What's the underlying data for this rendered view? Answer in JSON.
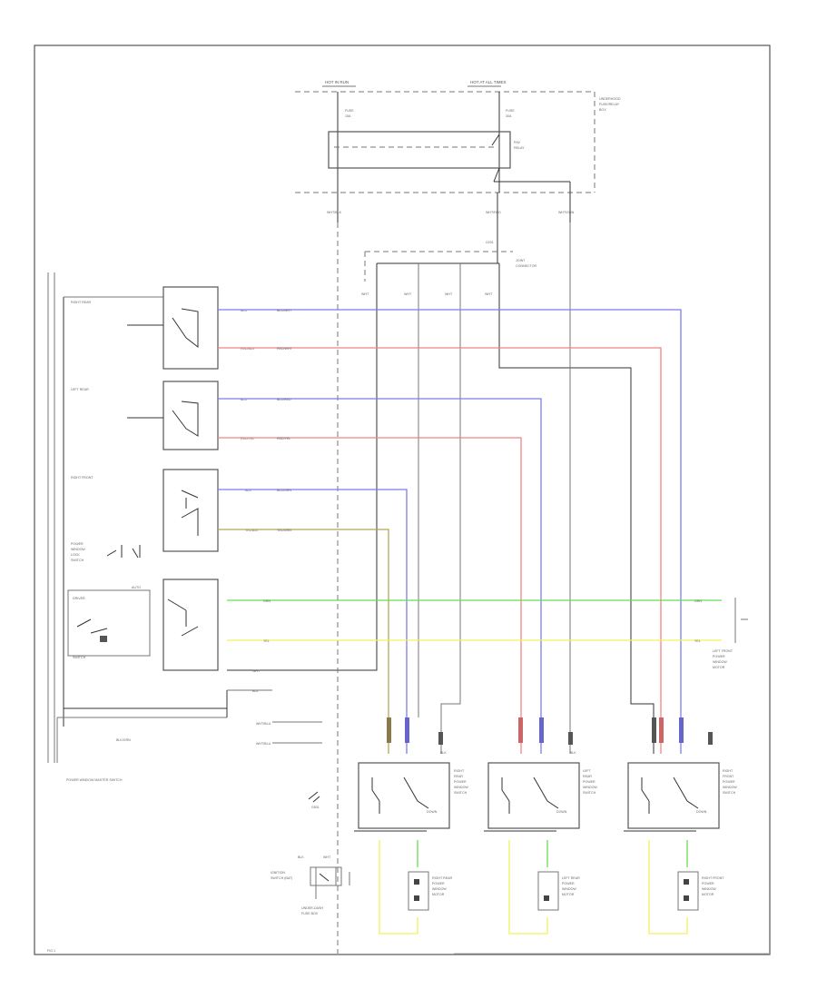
{
  "diagram": {
    "top_labels": [
      "HOT IN RUN",
      "HOT AT ALL TIMES"
    ],
    "fuses": [
      {
        "id": "fuse_left",
        "lines": [
          "FUSE",
          "15A"
        ]
      },
      {
        "id": "fuse_right",
        "lines": [
          "FUSE",
          "30A"
        ]
      }
    ],
    "fuse_box": [
      "UNDERHOOD",
      "FUSE/RELAY",
      "BOX"
    ],
    "relay": [
      "P/W",
      "RELAY"
    ],
    "junction": [
      "G201"
    ],
    "connector_block": [
      "JOINT",
      "CONNECTOR"
    ],
    "top_wire_codes": [
      "WHT/BLK",
      "WHT/RED",
      "WHT/GRN"
    ],
    "vertical_wire_codes": [
      "WHT",
      "WHT",
      "WHT",
      "WHT"
    ],
    "master_sections": [
      {
        "name": "RIGHT REAR",
        "wires": [
          "BLU",
          "RED/BLK"
        ]
      },
      {
        "name": "LEFT REAR",
        "wires": [
          "BLU",
          "RED/YEL"
        ]
      },
      {
        "name": "RIGHT FRONT",
        "wires": [
          "BLU",
          "YEL/BLK"
        ]
      }
    ],
    "colored_wire_labels": [
      "BLU/WHT",
      "RED/WHT",
      "BLU/RED",
      "RED/YEL",
      "BLU/GRN",
      "YEL/GRN",
      "GRN",
      "YEL"
    ],
    "lock_label": [
      "POWER",
      "WINDOW",
      "LOCK",
      "SWITCH"
    ],
    "driver_section": [
      "DRIVER",
      "SWITCH"
    ],
    "auto_label": [
      "AUTO"
    ],
    "side_wires": [
      "WHT",
      "BLK",
      "WHT/BLU",
      "WHT/BLU"
    ],
    "right_connector": [
      "LEFT FRONT",
      "POWER",
      "WINDOW",
      "MOTOR"
    ],
    "master_switch_caption": "POWER WINDOW MASTER SWITCH",
    "in_switch_label": "BLK/GRN",
    "ground": [
      "G501"
    ],
    "gnd_labels": [
      "BLK",
      "BLK"
    ],
    "window_switches": [
      {
        "name": [
          "RIGHT",
          "REAR",
          "POWER",
          "WINDOW",
          "SWITCH"
        ],
        "sub": "DOWN"
      },
      {
        "name": [
          "LEFT",
          "REAR",
          "POWER",
          "WINDOW",
          "SWITCH"
        ],
        "sub": "DOWN"
      },
      {
        "name": [
          "RIGHT",
          "FRONT",
          "POWER",
          "WINDOW",
          "SWITCH"
        ],
        "sub": "DOWN"
      }
    ],
    "motors": [
      {
        "name": [
          "RIGHT REAR",
          "POWER",
          "WINDOW",
          "MOTOR"
        ]
      },
      {
        "name": [
          "LEFT REAR",
          "POWER",
          "WINDOW",
          "MOTOR"
        ]
      },
      {
        "name": [
          "RIGHT FRONT",
          "POWER",
          "WINDOW",
          "MOTOR"
        ]
      }
    ],
    "ignition": [
      "IGNITION",
      "SWITCH (BAT)"
    ],
    "igsw_codes": [
      "BLK",
      "WHT"
    ],
    "under_dash": [
      "UNDER-DASH",
      "FUSE BOX"
    ],
    "corner_tag": "FIG 1",
    "colors": {
      "blue": "#7c7cf2",
      "red": "#f08585",
      "green": "#66dd55",
      "yellow": "#f2f25a",
      "dark": "#333333",
      "gray": "#777777",
      "olive": "#b6a35a"
    }
  }
}
